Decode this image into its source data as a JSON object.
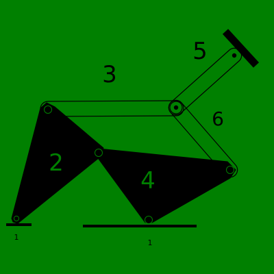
{
  "colors": {
    "background": "#008000",
    "link_fill": "#000000",
    "link_outline": "#000000",
    "label_on_background": "#000000",
    "label_on_link": "#008000"
  },
  "links": [
    {
      "id": "1",
      "label": "1",
      "kind": "ground"
    },
    {
      "id": "2",
      "label": "2",
      "kind": "ternary-plate"
    },
    {
      "id": "3",
      "label": "3",
      "kind": "binary-bar"
    },
    {
      "id": "4",
      "label": "4",
      "kind": "ternary-plate"
    },
    {
      "id": "5",
      "label": "5",
      "kind": "slotted-bar"
    },
    {
      "id": "6",
      "label": "6",
      "kind": "binary-bar"
    }
  ],
  "ground_labels": [
    "1",
    "1"
  ]
}
